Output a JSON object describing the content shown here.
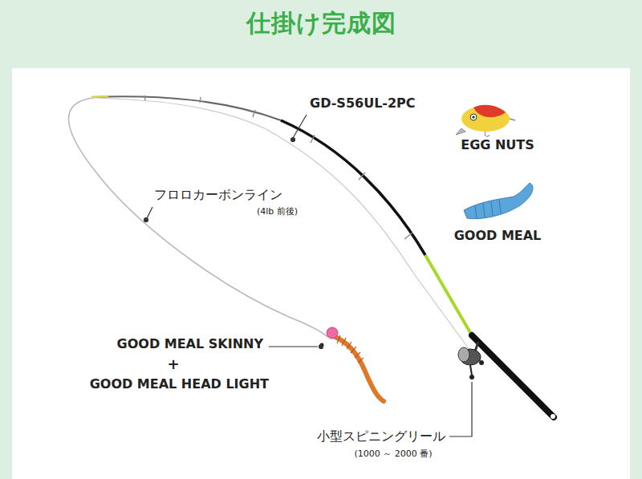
{
  "diagram": {
    "title": "仕掛け完成図",
    "labels": [
      "GD-S56UL-2PC",
      "EGG NUTS",
      "GOOD MEAL",
      "フロロカーボンライン",
      "(4lb 前後)",
      "GOOD MEAL SKINNY",
      "+",
      "GOOD MEAL HEAD LIGHT",
      "小型スピニングリール",
      "(1000 ～ 2000 番)"
    ]
  }
}
